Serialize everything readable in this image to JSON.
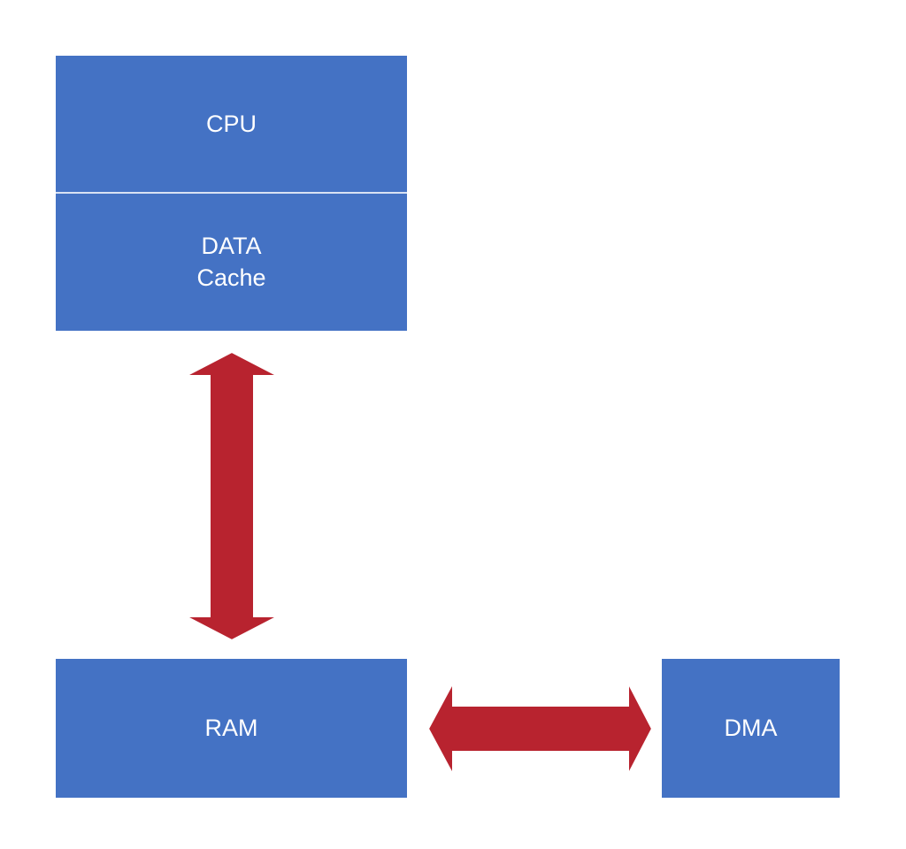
{
  "colors": {
    "block_fill": "#4472C4",
    "block_text": "#FFFFFF",
    "arrow_fill": "#B8232F",
    "arrow_stroke": "#FFFFFF",
    "background": "#FFFFFF"
  },
  "blocks": {
    "cpu": "CPU",
    "cache": "DATA\nCache",
    "ram": "RAM",
    "dma": "DMA"
  },
  "connections": [
    {
      "from": "cache",
      "to": "ram",
      "direction": "bidirectional"
    },
    {
      "from": "ram",
      "to": "dma",
      "direction": "bidirectional"
    }
  ]
}
